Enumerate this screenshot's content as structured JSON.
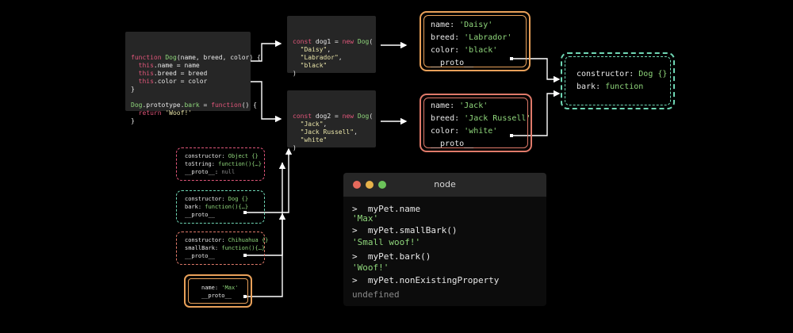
{
  "constructor_code": {
    "lines": [
      [
        {
          "t": "function ",
          "c": "kw"
        },
        {
          "t": "Dog",
          "c": "fn"
        },
        {
          "t": "(name, breed, color) {",
          "c": "pl"
        }
      ],
      [
        {
          "t": "  this",
          "c": "th"
        },
        {
          "t": ".name = name",
          "c": "pl"
        }
      ],
      [
        {
          "t": "  this",
          "c": "th"
        },
        {
          "t": ".breed = breed",
          "c": "pl"
        }
      ],
      [
        {
          "t": "  this",
          "c": "th"
        },
        {
          "t": ".color = color",
          "c": "pl"
        }
      ],
      [
        {
          "t": "}",
          "c": "pl"
        }
      ],
      [
        {
          "t": "",
          "c": "pl"
        }
      ],
      [
        {
          "t": "Dog",
          "c": "fn"
        },
        {
          "t": ".prototype.",
          "c": "pl"
        },
        {
          "t": "bark",
          "c": "fn"
        },
        {
          "t": " = ",
          "c": "pl"
        },
        {
          "t": "function",
          "c": "kw"
        },
        {
          "t": "() {",
          "c": "pl"
        }
      ],
      [
        {
          "t": "  return ",
          "c": "kw"
        },
        {
          "t": "'Woof!'",
          "c": "str"
        }
      ],
      [
        {
          "t": "}",
          "c": "pl"
        }
      ]
    ]
  },
  "dog1_code": {
    "lines": [
      [
        {
          "t": "const ",
          "c": "kw"
        },
        {
          "t": "dog1 ",
          "c": "pl"
        },
        {
          "t": "= ",
          "c": "pl"
        },
        {
          "t": "new ",
          "c": "kw"
        },
        {
          "t": "Dog",
          "c": "fn"
        },
        {
          "t": "(",
          "c": "pl"
        }
      ],
      [
        {
          "t": "  \"Daisy\"",
          "c": "str"
        },
        {
          "t": ",",
          "c": "pl"
        }
      ],
      [
        {
          "t": "  \"Labrador\"",
          "c": "str"
        },
        {
          "t": ",",
          "c": "pl"
        }
      ],
      [
        {
          "t": "  \"black\"",
          "c": "str"
        }
      ],
      [
        {
          "t": ")",
          "c": "pl"
        }
      ]
    ]
  },
  "dog2_code": {
    "lines": [
      [
        {
          "t": "const ",
          "c": "kw"
        },
        {
          "t": "dog2 ",
          "c": "pl"
        },
        {
          "t": "= ",
          "c": "pl"
        },
        {
          "t": "new ",
          "c": "kw"
        },
        {
          "t": "Dog",
          "c": "fn"
        },
        {
          "t": "(",
          "c": "pl"
        }
      ],
      [
        {
          "t": "  \"Jack\"",
          "c": "str"
        },
        {
          "t": ",",
          "c": "pl"
        }
      ],
      [
        {
          "t": "  \"Jack Russell\"",
          "c": "str"
        },
        {
          "t": ",",
          "c": "pl"
        }
      ],
      [
        {
          "t": "  \"white\"",
          "c": "str"
        }
      ],
      [
        {
          "t": ")",
          "c": "pl"
        }
      ]
    ]
  },
  "dog1_object": {
    "lines": [
      [
        {
          "t": "name: ",
          "c": "pl"
        },
        {
          "t": "'Daisy'",
          "c": "fn"
        }
      ],
      [
        {
          "t": "breed: ",
          "c": "pl"
        },
        {
          "t": "'Labrador'",
          "c": "fn"
        }
      ],
      [
        {
          "t": "color: ",
          "c": "pl"
        },
        {
          "t": "'black'",
          "c": "fn"
        }
      ],
      [
        {
          "t": "__proto__",
          "c": "pl"
        }
      ]
    ]
  },
  "dog2_object": {
    "lines": [
      [
        {
          "t": "name: ",
          "c": "pl"
        },
        {
          "t": "'Jack'",
          "c": "fn"
        }
      ],
      [
        {
          "t": "breed: ",
          "c": "pl"
        },
        {
          "t": "'Jack Russell'",
          "c": "fn"
        }
      ],
      [
        {
          "t": "color: ",
          "c": "pl"
        },
        {
          "t": "'white'",
          "c": "fn"
        }
      ],
      [
        {
          "t": "__proto__",
          "c": "pl"
        }
      ]
    ]
  },
  "dog_prototype": {
    "lines": [
      [
        {
          "t": "constructor: ",
          "c": "pl"
        },
        {
          "t": "Dog {}",
          "c": "fn"
        }
      ],
      [
        {
          "t": "bark: ",
          "c": "pl"
        },
        {
          "t": "function",
          "c": "fn"
        }
      ]
    ]
  },
  "chain": {
    "object_proto": {
      "lines": [
        [
          {
            "t": "constructor: ",
            "c": "pl"
          },
          {
            "t": "Object {}",
            "c": "fn"
          }
        ],
        [
          {
            "t": "toString: ",
            "c": "pl"
          },
          {
            "t": "function(){…}",
            "c": "fn"
          }
        ],
        [
          {
            "t": "__proto__: ",
            "c": "pl"
          },
          {
            "t": "null",
            "c": "gr"
          }
        ]
      ]
    },
    "dog_proto": {
      "lines": [
        [
          {
            "t": "constructor: ",
            "c": "pl"
          },
          {
            "t": "Dog {}",
            "c": "fn"
          }
        ],
        [
          {
            "t": "bark: ",
            "c": "pl"
          },
          {
            "t": "function(){…}",
            "c": "fn"
          }
        ],
        [
          {
            "t": "__proto__",
            "c": "pl"
          }
        ]
      ]
    },
    "chihuahua_proto": {
      "lines": [
        [
          {
            "t": "constructor: ",
            "c": "pl"
          },
          {
            "t": "Chihuahua {}",
            "c": "fn"
          }
        ],
        [
          {
            "t": "smallBark: ",
            "c": "pl"
          },
          {
            "t": "function(){…}",
            "c": "fn"
          }
        ],
        [
          {
            "t": "__proto__",
            "c": "pl"
          }
        ]
      ]
    },
    "mypet": {
      "lines": [
        [
          {
            "t": "name: ",
            "c": "pl"
          },
          {
            "t": "'Max'",
            "c": "fn"
          }
        ],
        [
          {
            "t": "__proto__",
            "c": "pl"
          }
        ]
      ]
    }
  },
  "terminal": {
    "title": "node",
    "lines": [
      {
        "t": ">  myPet.name",
        "c": "pl"
      },
      {
        "t": "'Max'",
        "c": "fn"
      },
      {
        "t": ">  myPet.smallBark()",
        "c": "pl"
      },
      {
        "t": "'Small woof!'",
        "c": "fn"
      },
      {
        "t": ">  myPet.bark()",
        "c": "pl"
      },
      {
        "t": "'Woof!'",
        "c": "fn"
      },
      {
        "t": ">  myPet.nonExistingProperty",
        "c": "pl"
      },
      {
        "t": "undefined",
        "c": "gr"
      }
    ]
  },
  "colors": {
    "orange": "#e9a15a",
    "salmon": "#e07a6a",
    "teal": "#6fd6b4",
    "pink": "#e0567a",
    "green": "#8fd67b",
    "yellow": "#e9e4a8",
    "code_bg": "#262626"
  }
}
